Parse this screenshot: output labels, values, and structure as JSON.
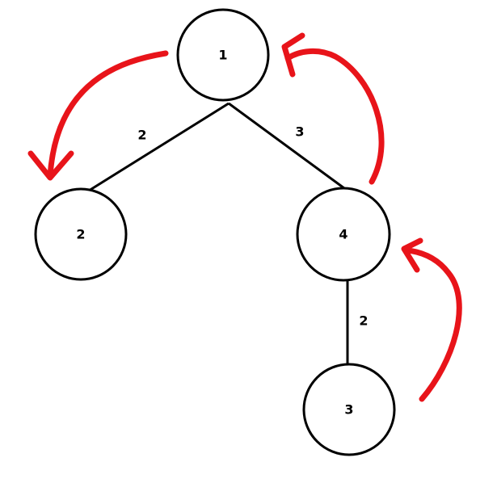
{
  "colors": {
    "node_stroke": "#000000",
    "edge_stroke": "#000000",
    "arrow": "#e8141a",
    "background": "#ffffff"
  },
  "nodes": [
    {
      "id": "n1",
      "label": "1"
    },
    {
      "id": "n2",
      "label": "2"
    },
    {
      "id": "n4",
      "label": "4"
    },
    {
      "id": "n3",
      "label": "3"
    }
  ],
  "edges": [
    {
      "from": "1",
      "to": "2",
      "weight": "2"
    },
    {
      "from": "1",
      "to": "4",
      "weight": "3"
    },
    {
      "from": "4",
      "to": "3",
      "weight": "2"
    }
  ]
}
